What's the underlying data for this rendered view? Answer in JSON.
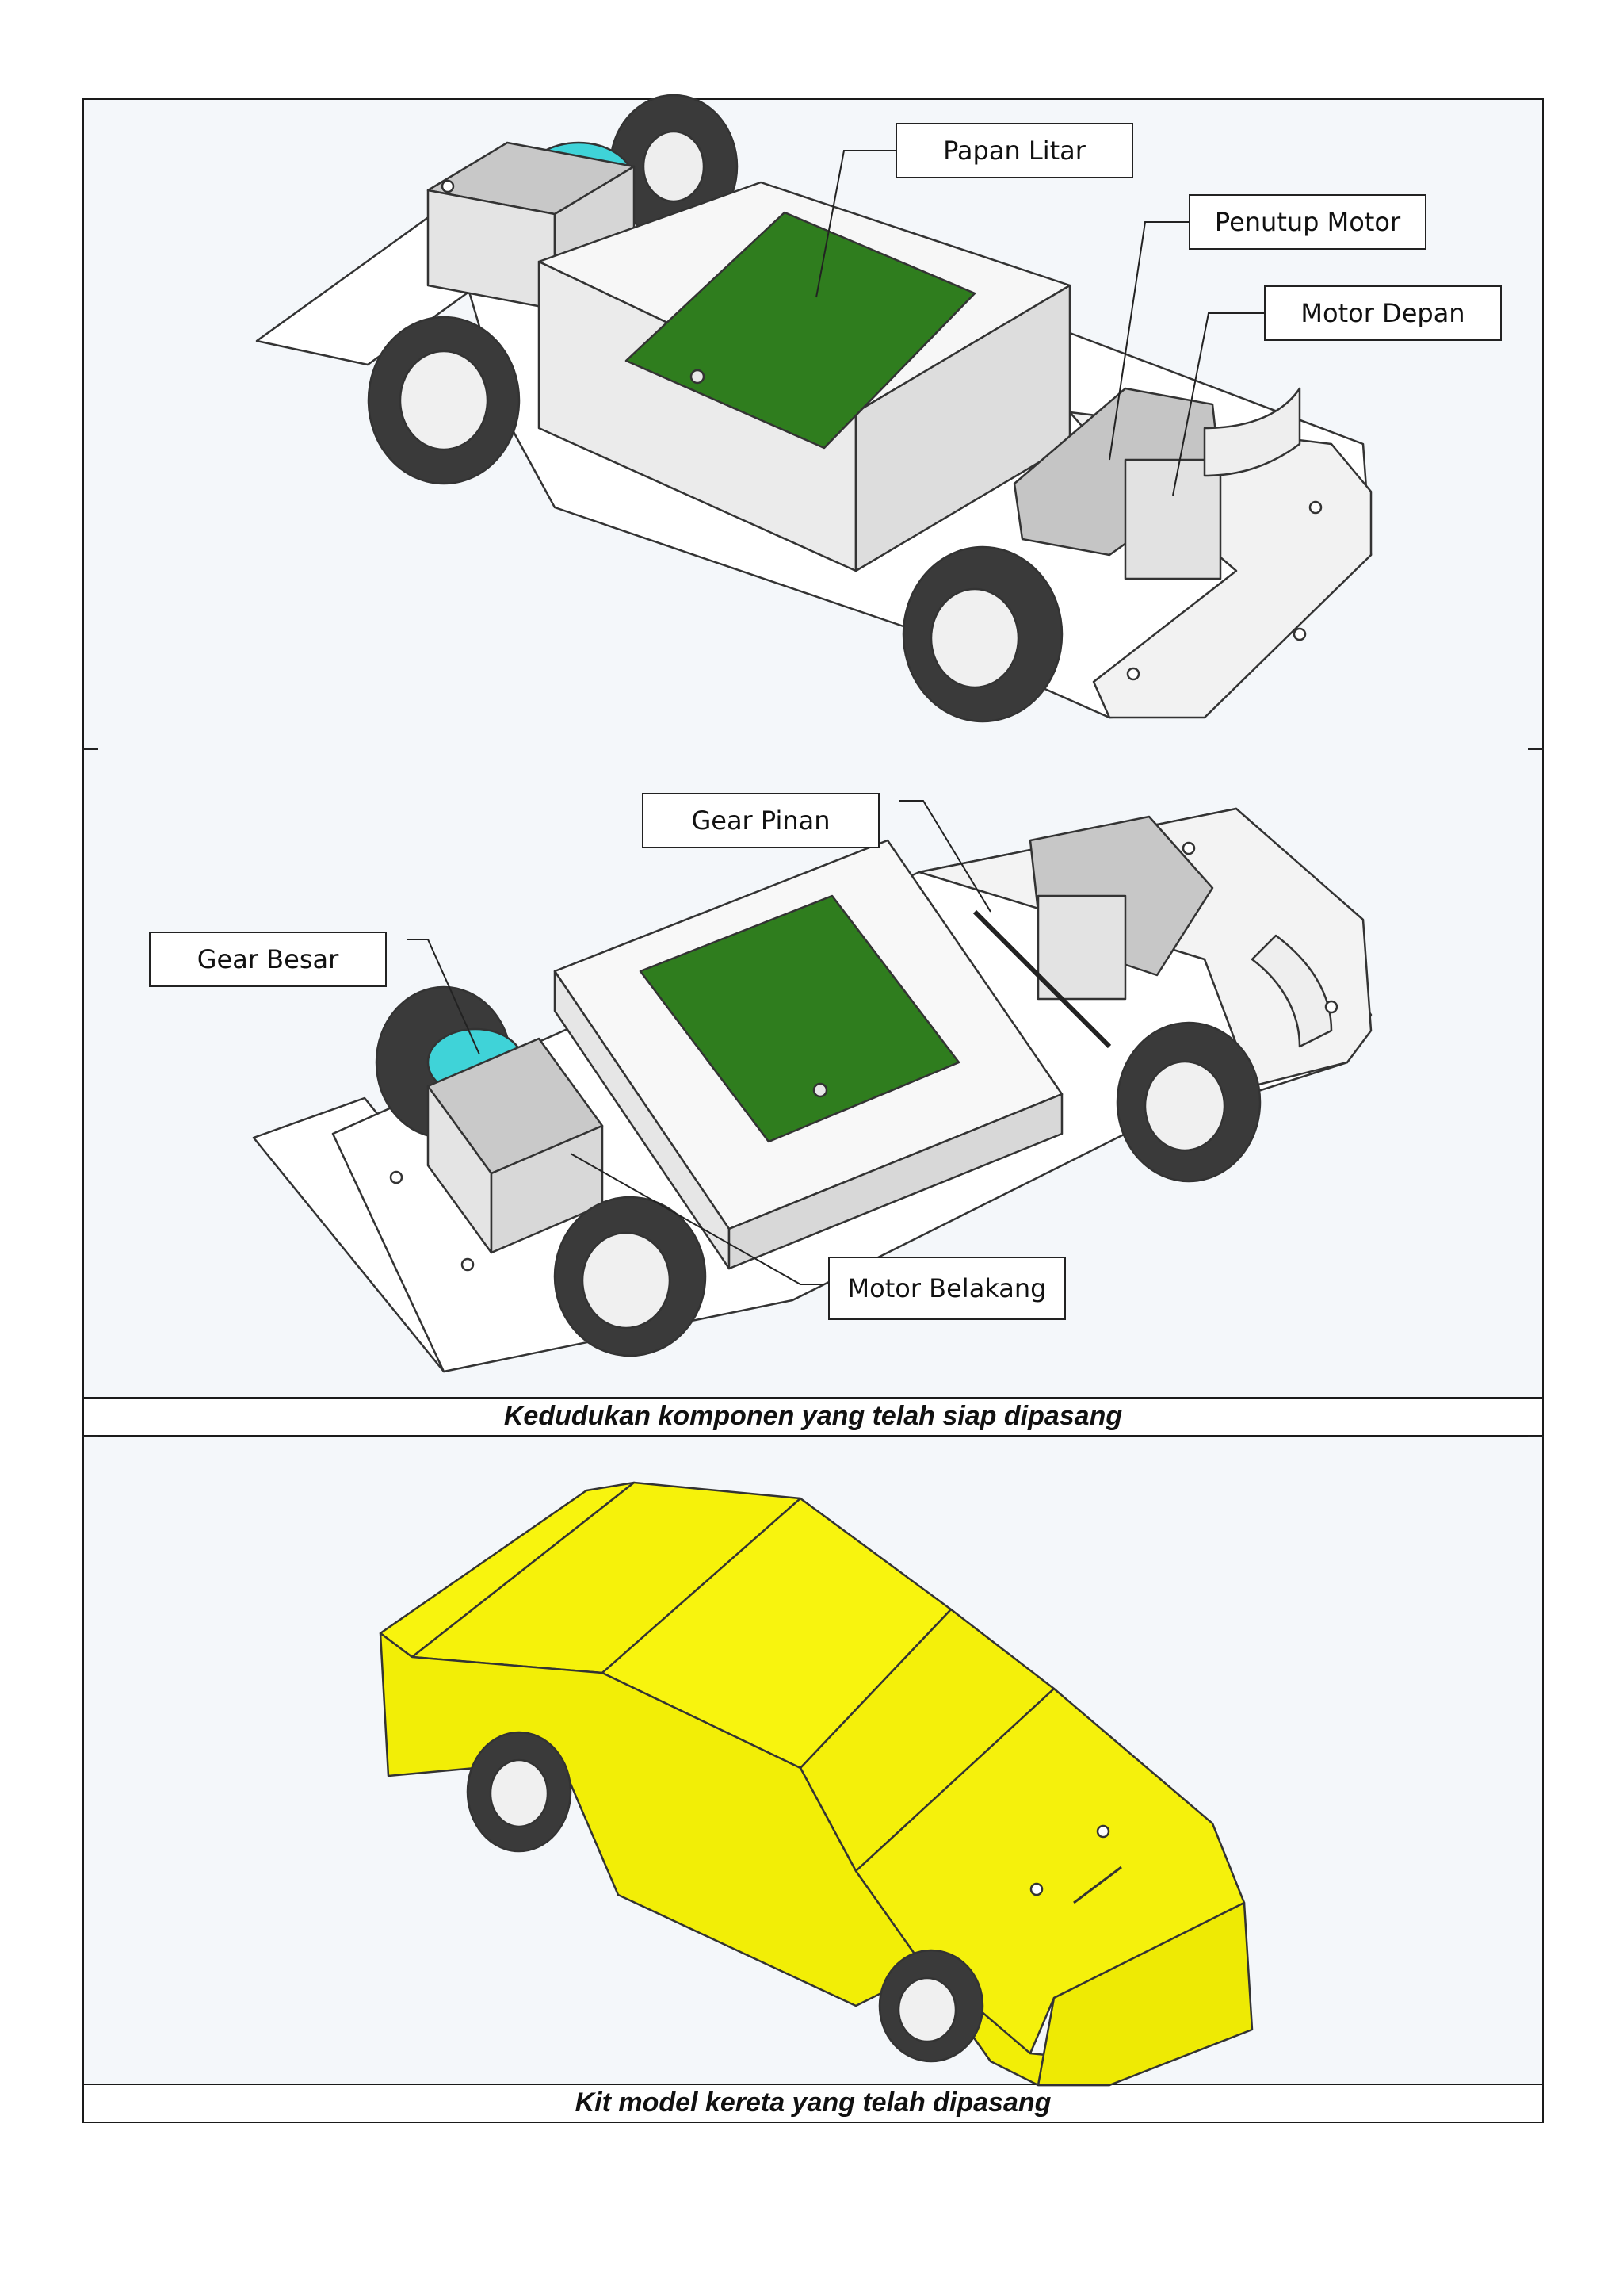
{
  "figure1": {
    "caption": "Kedudukan komponen yang telah siap dipasang",
    "labels": {
      "papan_litar": "Papan Litar",
      "penutup_motor": "Penutup Motor",
      "motor_depan": "Motor Depan",
      "gear_pinan": "Gear Pinan",
      "gear_besar": "Gear Besar",
      "motor_belakang": "Motor Belakang"
    }
  },
  "figure2": {
    "caption": "Kit model kereta yang telah dipasang"
  },
  "colors": {
    "circuit_board": "#2f7d1e",
    "gear": "#3fd3d8",
    "car_body": "#f6f20a",
    "tyre": "#3a3a3a"
  }
}
